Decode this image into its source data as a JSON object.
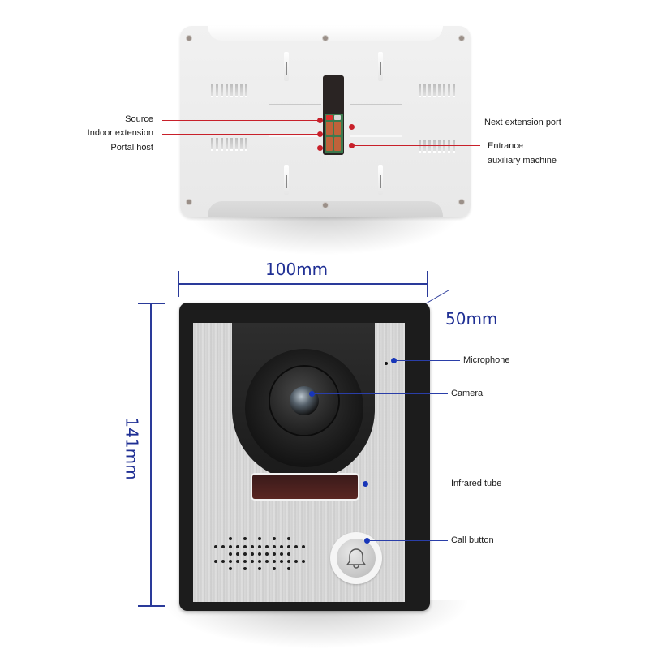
{
  "monitor_back": {
    "labels_left": [
      {
        "id": "source",
        "text": "Source"
      },
      {
        "id": "indoor-extension",
        "text": "Indoor extension"
      },
      {
        "id": "portal-host",
        "text": "Portal host"
      }
    ],
    "labels_right": [
      {
        "id": "next-extension-port",
        "text": "Next extension port"
      },
      {
        "id": "entrance-auxiliary-machine",
        "line1": "Entrance",
        "line2": "auxiliary machine"
      }
    ],
    "callout_color": "#c8202a"
  },
  "door_station": {
    "dimensions": {
      "width": "100mm",
      "height": "141mm",
      "depth": "50mm"
    },
    "labels": [
      {
        "id": "microphone",
        "text": "Microphone"
      },
      {
        "id": "camera",
        "text": "Camera"
      },
      {
        "id": "infrared-tube",
        "text": "Infrared tube"
      },
      {
        "id": "call-button",
        "text": "Call button"
      }
    ],
    "callout_color": "#1836b8",
    "dimension_color": "#1f2f94"
  }
}
